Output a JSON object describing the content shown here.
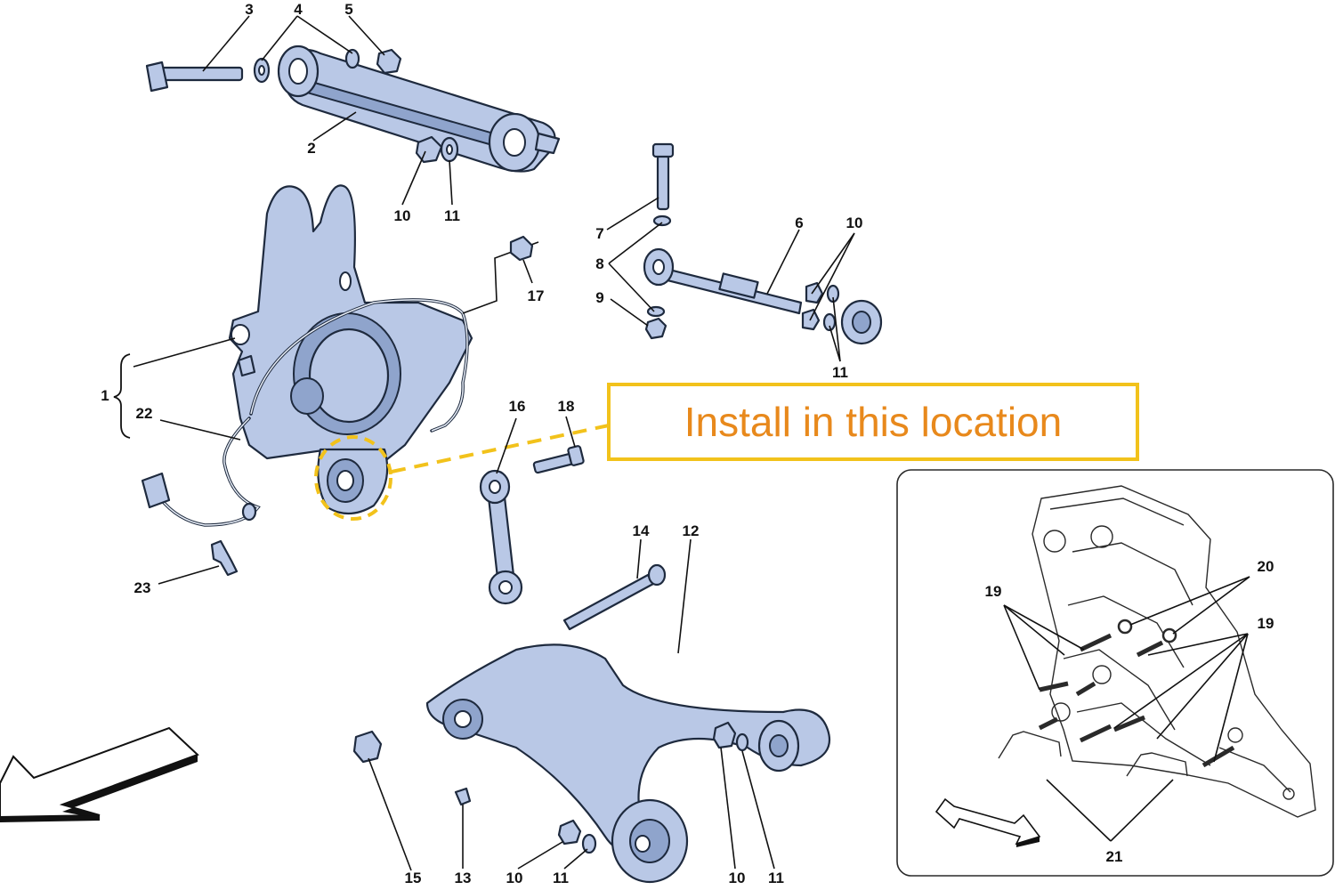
{
  "callout": {
    "text": "Install in this location",
    "border_color": "#f2c21b",
    "text_color": "#e8891c"
  },
  "part_fill_color": "#b9c8e6",
  "labels": {
    "l1": "1",
    "l2": "2",
    "l3": "3",
    "l4": "4",
    "l5": "5",
    "l6": "6",
    "l7": "7",
    "l8": "8",
    "l9": "9",
    "l10a": "10",
    "l11a": "11",
    "l10b": "10",
    "l11b": "11",
    "l10c": "10",
    "l11c": "11",
    "l10d": "10",
    "l11d": "11",
    "l12": "12",
    "l13": "13",
    "l14": "14",
    "l15": "15",
    "l16": "16",
    "l17": "17",
    "l18": "18",
    "l19a": "19",
    "l19b": "19",
    "l20": "20",
    "l21": "21",
    "l22": "22",
    "l23": "23"
  },
  "icons": {
    "direction_arrow": "direction-arrow-icon",
    "inset_direction_arrow": "inset-direction-arrow-icon"
  }
}
